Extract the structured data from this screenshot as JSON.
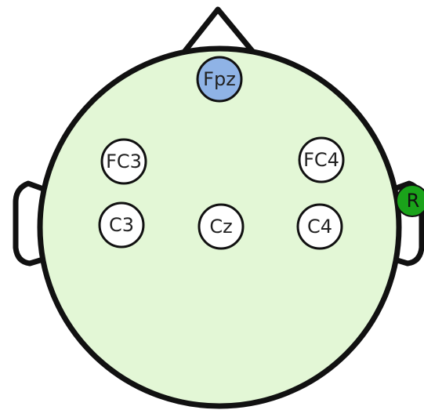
{
  "diagram": {
    "head_fill": "#e3f7d6",
    "outline_color": "#111111",
    "electrodes": [
      {
        "label": "Fpz",
        "fill": "#8fb3e6"
      },
      {
        "label": "FC3",
        "fill": "#ffffff"
      },
      {
        "label": "FC4",
        "fill": "#ffffff"
      },
      {
        "label": "C3",
        "fill": "#ffffff"
      },
      {
        "label": "Cz",
        "fill": "#ffffff"
      },
      {
        "label": "C4",
        "fill": "#ffffff"
      }
    ],
    "reference": {
      "label": "R",
      "fill": "#1aa31a"
    }
  }
}
